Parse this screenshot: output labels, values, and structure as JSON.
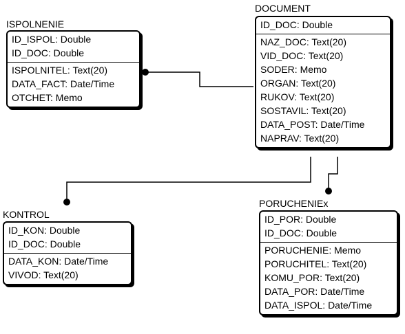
{
  "entities": {
    "ispolnenie": {
      "name": "ISPOLNENIE",
      "keys": [
        "ID_ISPOL: Double",
        "ID_DOC: Double"
      ],
      "attributes": [
        "ISPOLNITEL: Text(20)",
        "DATA_FACT: Date/Time",
        "OTCHET: Memo"
      ]
    },
    "document": {
      "name": "DOCUMENT",
      "keys": [
        "ID_DOC: Double"
      ],
      "attributes": [
        "NAZ_DOC: Text(20)",
        "VID_DOC: Text(20)",
        "SODER: Memo",
        "ORGAN: Text(20)",
        "RUKOV: Text(20)",
        "SOSTAVIL: Text(20)",
        "DATA_POST: Date/Time",
        "NAPRAV: Text(20)"
      ]
    },
    "kontrol": {
      "name": "KONTROL",
      "keys": [
        "ID_KON: Double",
        "ID_DOC: Double"
      ],
      "attributes": [
        "DATA_KON: Date/Time",
        "VIVOD: Text(20)"
      ]
    },
    "poruchenie": {
      "name": "PORUCHENIEx",
      "keys": [
        "ID_POR: Double",
        "ID_DOC: Double"
      ],
      "attributes": [
        "PORUCHENIE: Memo",
        "PORUCHITEL: Text(20)",
        "KOMU_POR: Text(20)",
        "DATA_POR: Date/Time",
        "DATA_ISPOL: Date/Time"
      ]
    }
  },
  "relationships": [
    {
      "from": "document",
      "to": "ispolnenie",
      "end_marker": "filled-dot"
    },
    {
      "from": "document",
      "to": "kontrol",
      "end_marker": "filled-dot"
    },
    {
      "from": "document",
      "to": "poruchenie",
      "end_marker": "filled-dot"
    }
  ]
}
